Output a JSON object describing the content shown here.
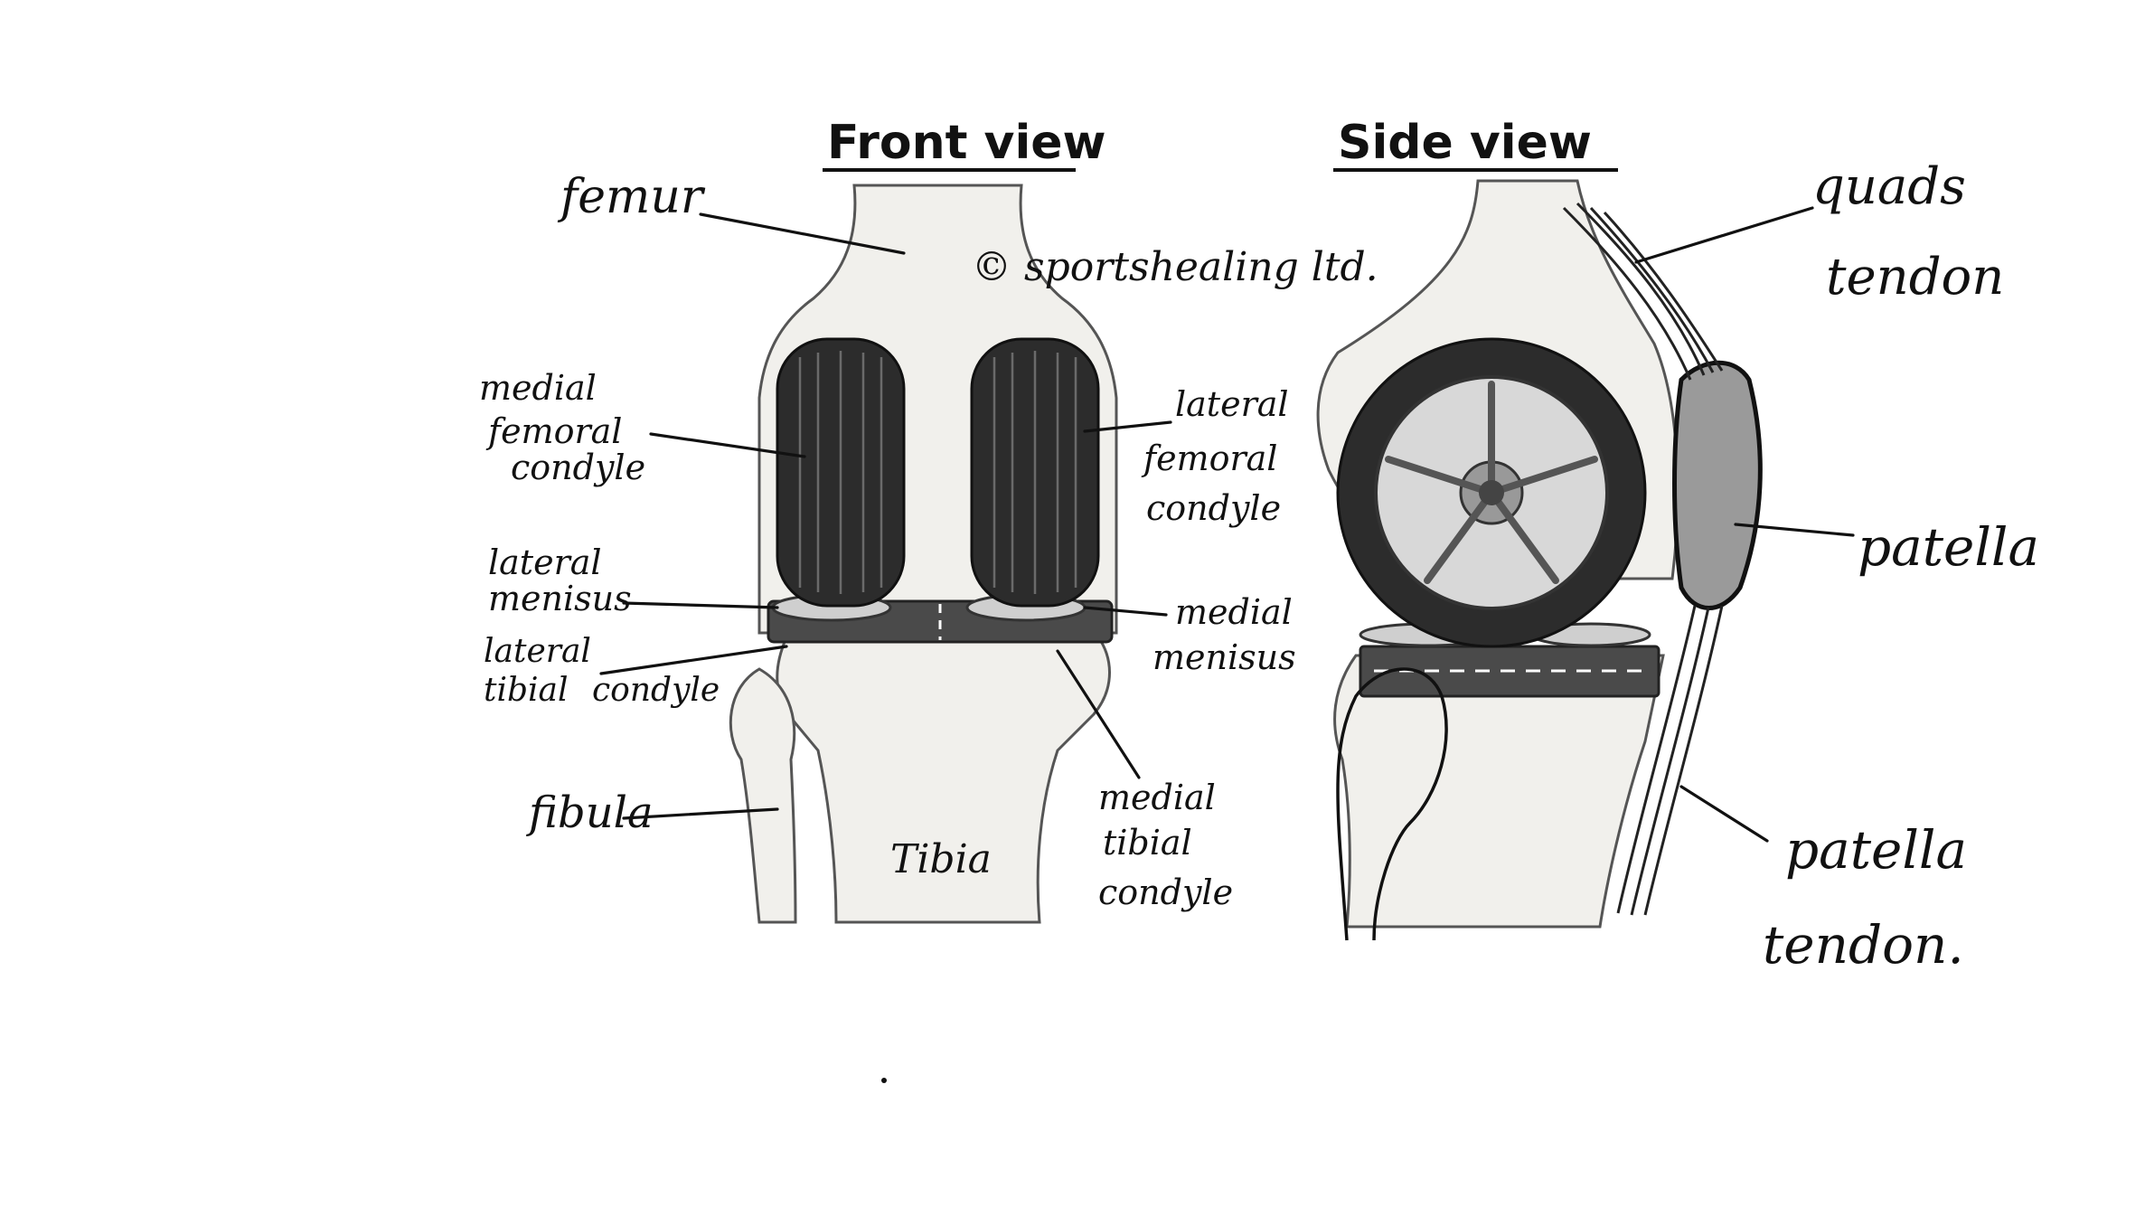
{
  "titles": {
    "front_view": "Front view",
    "side_view": "Side view"
  },
  "copyright": "© sportshealing ltd.",
  "labels": {
    "femur": "femur",
    "medial_femoral_condyle": [
      "medial",
      "femoral",
      "condyle"
    ],
    "lateral_femoral_condyle": [
      "lateral",
      "femoral",
      "condyle"
    ],
    "lateral_meniscus": [
      "lateral",
      "menisus"
    ],
    "medial_meniscus": [
      "medial",
      "menisus"
    ],
    "lateral_tibial_condyle": [
      "lateral",
      "tibial",
      "condyle"
    ],
    "fibula": "fibula",
    "tibia": "Tibia",
    "medial_tibial_condyle": [
      "medial",
      "tibial",
      "condyle"
    ],
    "quads_tendon": [
      "quads",
      "tendon"
    ],
    "patella": "patella",
    "patella_tendon": [
      "patella",
      "tendon."
    ]
  }
}
